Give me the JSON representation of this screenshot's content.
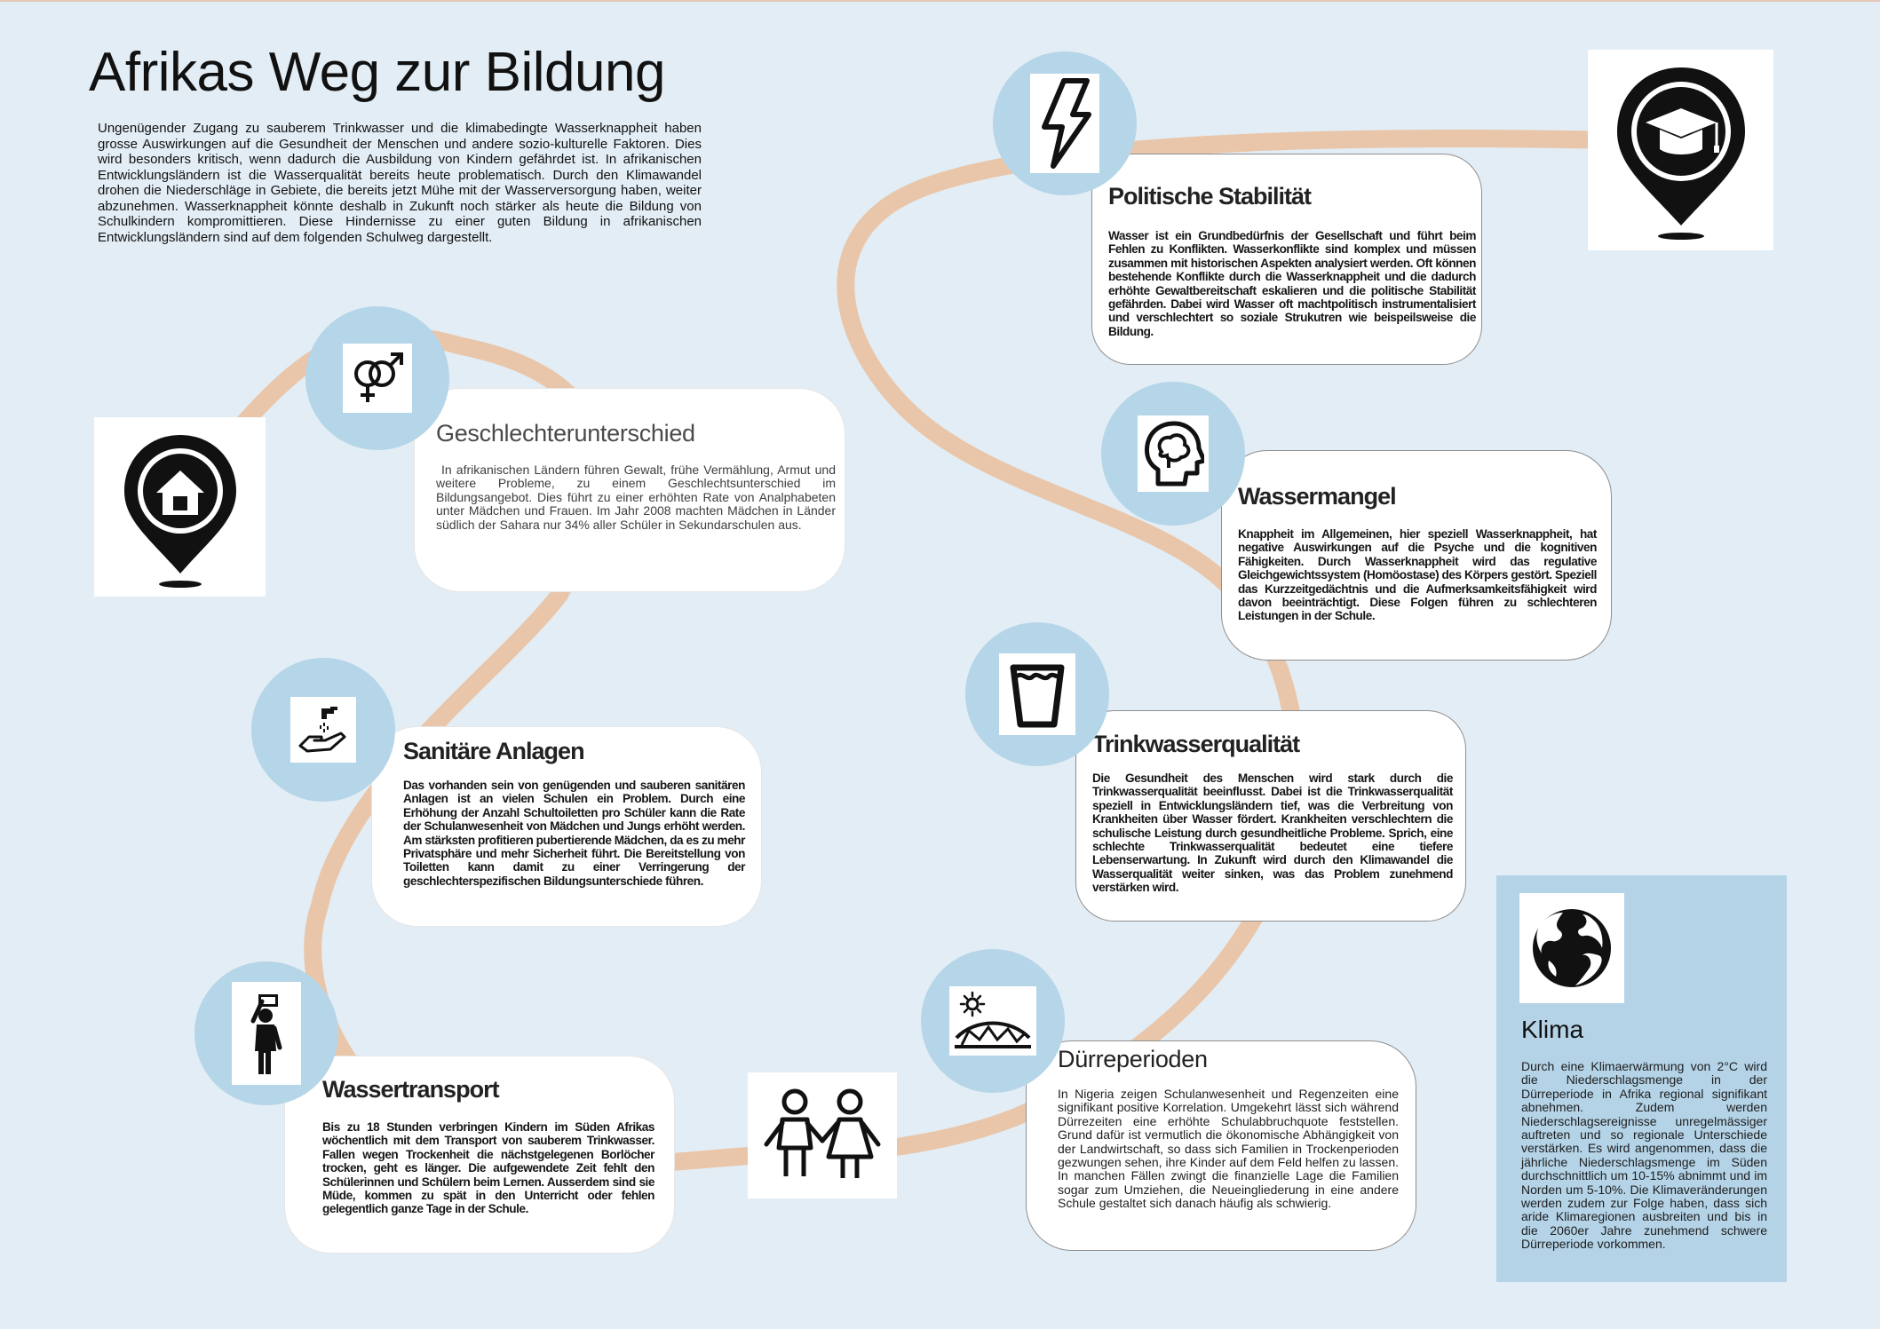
{
  "header": {
    "title": "Afrikas Weg zur Bildung",
    "intro": "Ungenügender Zugang zu sauberem Trinkwasser und die klimabedingte Wasserknappheit haben grosse Auswirkungen auf die Gesundheit der Menschen und andere sozio-kulturelle Faktoren. Dies wird besonders kritisch, wenn dadurch die Ausbildung von Kindern gefährdet ist. In afrikanischen Entwicklungsländern ist die Wasserqualität bereits heute problematisch. Durch den Klimawandel drohen die Niederschläge in Gebiete, die bereits jetzt Mühe mit der Wasserversorgung haben, weiter abzunehmen. Wasserknappheit könnte deshalb in Zukunft noch stärker als heute die Bildung von Schulkindern kompromittieren. Diese Hindernisse zu einer guten Bildung in afrikanischen Entwicklungsländern sind auf dem folgenden Schulweg dargestellt."
  },
  "path_color": "#e9c6a9",
  "circle_color": "#b5d5e8",
  "cards": {
    "geschlechter": {
      "title": "Geschlechterunterschied",
      "icon": "gender-icon",
      "text": "In afrikanischen Ländern führen Gewalt, frühe Vermählung, Armut und weitere Probleme, zu einem Geschlechtsunterschied im Bildungsangebot. Dies führt zu einer erhöhten Rate von Analphabeten unter Mädchen und Frauen. Im Jahr 2008 machten Mädchen in Länder südlich der Sahara nur 34% aller Schüler in Sekundarschulen aus."
    },
    "sanitaer": {
      "title": "Sanitäre Anlagen",
      "icon": "handwashing-icon",
      "text": "Das vorhanden sein von genügenden und sauberen sanitären Anlagen ist an vielen Schulen ein Problem. Durch eine Erhöhung der Anzahl Schultoiletten pro Schüler kann die Rate der Schulanwesenheit von Mädchen und Jungs erhöht werden. Am stärksten profitieren pubertierende Mädchen, da es zu mehr Privatsphäre und mehr Sicherheit führt. Die Bereitstellung von Toiletten kann damit zu einer Verringerung der geschlechterspezifischen Bildungsunterschiede führen."
    },
    "transport": {
      "title": "Wassertransport",
      "icon": "water-carrier-icon",
      "text": "Bis zu 18 Stunden verbringen Kindern im Süden Afrikas wöchentlich mit dem Transport von sauberem Trinkwasser. Fallen wegen Trockenheit die nächstgelegenen Borlöcher trocken, geht es länger. Die aufgewendete Zeit fehlt den Schülerinnen und Schülern beim Lernen. Ausserdem sind sie Müde, kommen zu spät in den Unterricht oder fehlen gelegentlich ganze Tage in der Schule."
    },
    "duerre": {
      "title": "Dürreperioden",
      "icon": "drought-icon",
      "text": "In Nigeria zeigen Schulanwesenheit und Regenzeiten eine signifikant positive Korrelation. Umgekehrt lässt sich während Dürrezeiten eine erhöhte Schulabbruchquote feststellen. Grund dafür ist vermutlich die ökonomische Abhängigkeit von der Landwirtschaft, so dass sich Familien in Trockenperioden gezwungen sehen, ihre Kinder auf dem Feld helfen zu lassen. In manchen Fällen zwingt die finanzielle Lage die Familien sogar zum Umziehen, die Neueingliederung in eine andere Schule gestaltet sich danach häufig als schwierig."
    },
    "trinkwasser": {
      "title": "Trinkwasserqualität",
      "icon": "water-glass-icon",
      "text": "Die Gesundheit des Menschen wird stark durch die Trinkwasserqualität beeinflusst. Dabei ist die Trinkwasserqualität speziell in Entwicklungsländern tief, was die Verbreitung von Krankheiten über Wasser fördert. Krankheiten verschlechtern die schulische Leistung durch gesundheitliche Probleme. Sprich, eine schlechte Trinkwasserqualität bedeutet eine tiefere Lebenserwartung. In Zukunft wird durch den Klimawandel die Wasserqualität weiter sinken, was das Problem zunehmend verstärken wird."
    },
    "wassermangel": {
      "title": "Wassermangel",
      "icon": "head-icon",
      "text": "Knappheit im Allgemeinen, hier speziell Wasserknappheit, hat negative Auswirkungen auf die Psyche und die kognitiven Fähigkeiten. Durch Wasserknappheit wird das regulative Gleichgewichtssystem (Homöostase) des Körpers gestört. Speziell das Kurzzeitgedächtnis und die Aufmerksamkeitsfähigkeit wird davon beeinträchtigt. Diese Folgen führen zu schlechteren Leistungen in der Schule."
    },
    "politik": {
      "title": "Politische Stabilität",
      "icon": "lightning-icon",
      "text": "Wasser ist ein Grundbedürfnis der Gesellschaft und führt beim Fehlen zu Konflikten. Wasserkonflikte sind komplex und müssen zusammen mit historischen Aspekten analysiert werden. Oft können bestehende Konflikte durch die Wasserknappheit und die dadurch erhöhte Gewaltbereitschaft eskalieren und die politische Stabilität gefährden. Dabei wird Wasser oft machtpolitisch instrumentalisiert und verschlechtert so soziale Strukutren wie beispeilsweise die Bildung."
    }
  },
  "start_marker": {
    "icon": "home-pin-icon"
  },
  "end_marker": {
    "icon": "graduation-pin-icon"
  },
  "children": {
    "icon": "children-icon"
  },
  "klima": {
    "title": "Klima",
    "icon": "globe-icon",
    "text": "Durch eine Klimaerwärmung von 2°C wird die Niederschlagsmenge in der Dürreperiode in Afrika regional signifikant abnehmen. Zudem werden Niederschlagsereignisse unregelmässiger auftreten und so regionale Unterschiede verstärken. Es wird angenommen, dass die jährliche Niederschlagsmenge im Süden durchschnittlich um 10-15% abnimmt und im Norden um 5-10%. Die Klimaveränderungen werden zudem zur Folge haben, dass sich aride Klimaregionen ausbreiten und bis in die 2060er Jahre zunehmend schwere Dürreperiode vorkommen."
  }
}
